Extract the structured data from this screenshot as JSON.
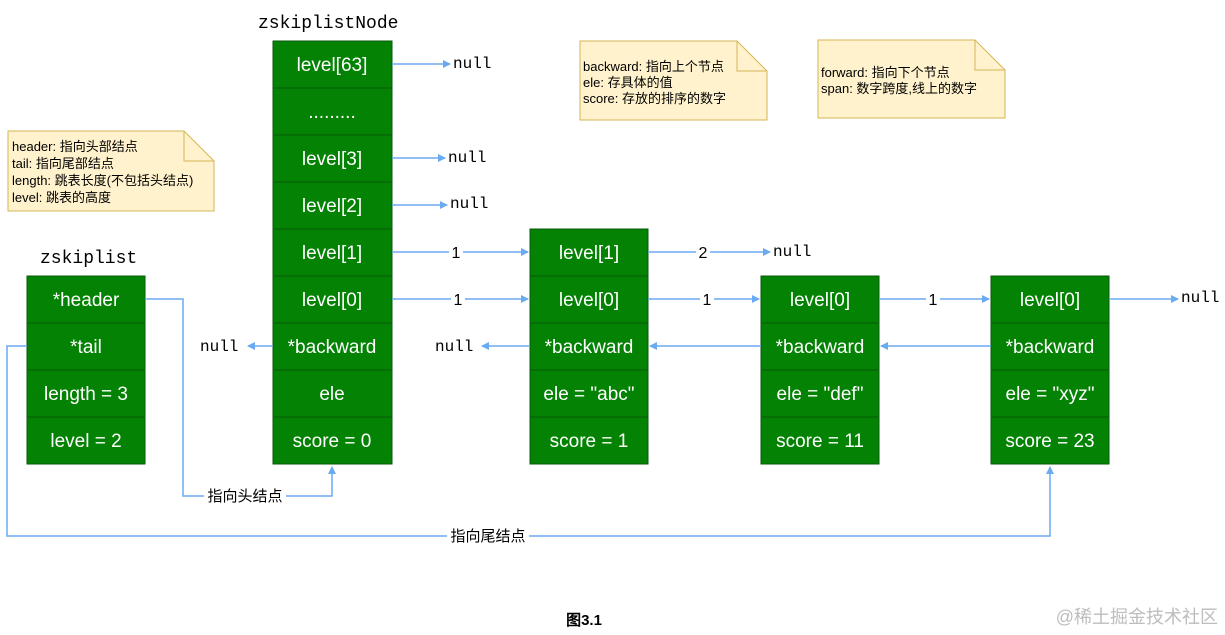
{
  "colors": {
    "cell_fill": "#038203",
    "cell_stroke": "#0a5a0a",
    "arrow": "#6aaaf0",
    "note_fill": "#fff2cc",
    "note_stroke": "#d6b656"
  },
  "titles": {
    "zskiplist": "zskiplist",
    "zskiplistNode": "zskiplistNode"
  },
  "zskiplist_fields": [
    "*header",
    "*tail",
    "length = 3",
    "level = 2"
  ],
  "header_node_fields": [
    "level[63]",
    ".........",
    "level[3]",
    "level[2]",
    "level[1]",
    "level[0]",
    "*backward",
    "ele",
    "score = 0"
  ],
  "nodes": [
    {
      "fields": [
        "level[1]",
        "level[0]",
        "*backward",
        "ele = \"abc\"",
        "score = 1"
      ]
    },
    {
      "fields": [
        "level[0]",
        "*backward",
        "ele = \"def\"",
        "score = 11"
      ]
    },
    {
      "fields": [
        "level[0]",
        "*backward",
        "ele = \"xyz\"",
        "score = 23"
      ]
    }
  ],
  "null_label": "null",
  "span_labels": {
    "header_l1": "1",
    "header_l0": "1",
    "abc_l1": "2",
    "abc_l0": "1",
    "def_l0": "1"
  },
  "notes": {
    "zskiplist": [
      "header: 指向头部结点",
      "tail: 指向尾部结点",
      "length: 跳表长度(不包括头结点)",
      "level: 跳表的高度"
    ],
    "backward": [
      "backward: 指向上个节点",
      "ele: 存具体的值",
      "score: 存放的排序的数字"
    ],
    "forward": [
      "forward: 指向下个节点",
      "span: 数字跨度,线上的数字"
    ]
  },
  "pointer_labels": {
    "to_head": "指向头结点",
    "to_tail": "指向尾结点"
  },
  "caption": "图3.1",
  "watermark": "@稀土掘金技术社区"
}
